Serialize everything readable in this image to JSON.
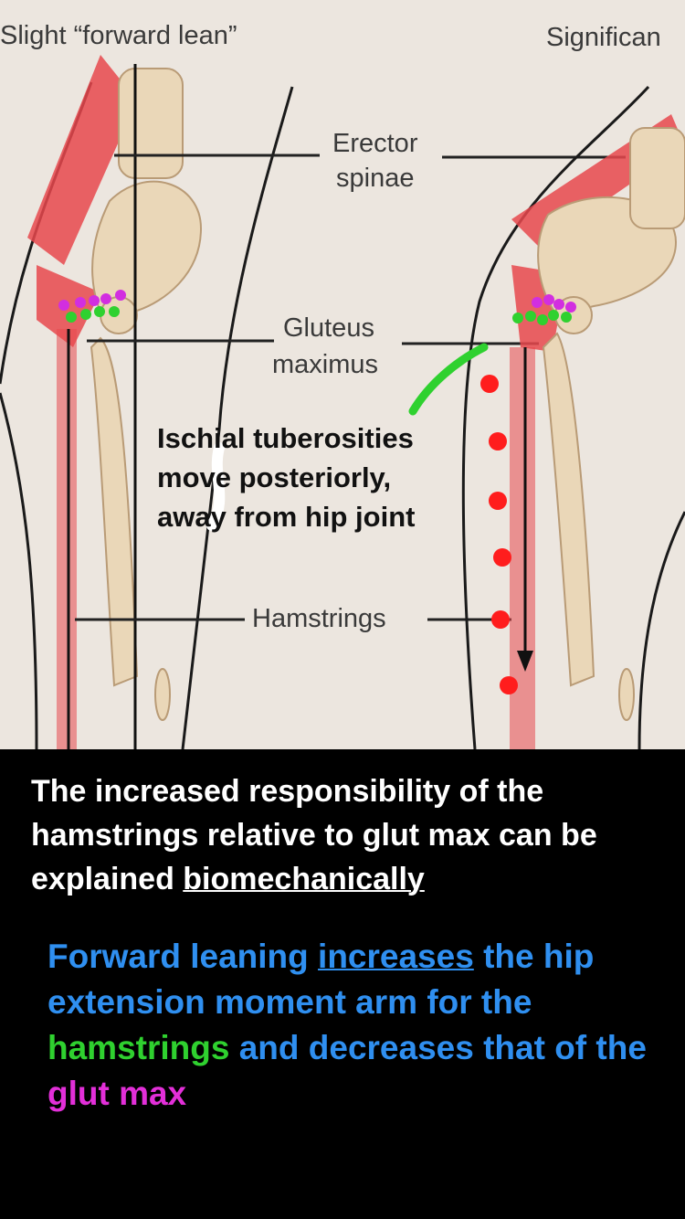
{
  "figure": {
    "header_left": "Slight “forward lean”",
    "header_right": "Significan",
    "labels": {
      "erector_spinae_1": "Erector",
      "erector_spinae_2": "spinae",
      "gluteus_maximus_1": "Gluteus",
      "gluteus_maximus_2": "maximus",
      "hamstrings": "Hamstrings"
    },
    "annotation": {
      "line1": "Ischial tuberosities",
      "line2": "move posteriorly,",
      "line3": "away from hip joint"
    }
  },
  "captions": {
    "explanation": {
      "before": "The increased responsibility of the hamstrings relative to glut max can be explained ",
      "underlined": "biomechanically"
    },
    "conclusion": {
      "part1": "Forward leaning ",
      "underlined": "increases",
      "part2": " the hip extension moment arm for the ",
      "hamstrings": "hamstrings",
      "part3": " and decreases that of the ",
      "glut_max": "glut max"
    }
  },
  "colors": {
    "background": "#000000",
    "paper": "#ece6df",
    "muscle_red": "#e8484e",
    "bone": "#ead7b8",
    "hamstrings_marker": "#2fd12f",
    "glut_marker": "#d22ee0",
    "caption_blue": "#2f8ff0",
    "caption_green": "#2fd12f",
    "caption_magenta": "#e22fd8"
  }
}
